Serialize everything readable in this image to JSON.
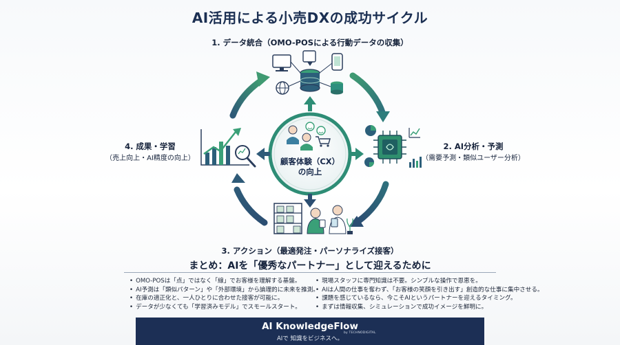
{
  "title": "AI活用による小売DXの成功サイクル",
  "center": {
    "label_line1": "顧客体験（CX）",
    "label_line2": "の向上"
  },
  "steps": {
    "s1": {
      "title": "1. データ統合（OMO-POSによる行動データの収集）"
    },
    "s2": {
      "title": "2. AI分析・予測",
      "sub": "（需要予測・類似ユーザー分析）"
    },
    "s3": {
      "title": "3. アクション（最適発注・パーソナライズ接客）"
    },
    "s4": {
      "title": "4. 成果・学習",
      "sub": "（売上向上・AI精度の向上）"
    }
  },
  "summary": {
    "heading": "まとめ：AIを「優秀なパートナー」として迎えるために",
    "left": [
      "OMO-POSは「点」ではなく「線」でお客様を理解する基盤。",
      "AI予測は「類似パターン」や「外部環境」から論理的に未来を推測。",
      "在庫の適正化と、一人ひとりに合わせた接客が可能に。",
      "データが少なくても「学習済みモデル」でスモールスタート。"
    ],
    "right": [
      "現場スタッフに専門知識は不要。シンプルな操作で恩恵を。",
      "AIは人間の仕事を奪わず、「お客様の笑顔を引き出す」創造的な仕事に集中させる。",
      "課題を感じているなら、今こそAIというパートナーを迎えるタイミング。",
      "まずは情報収集、シミュレーションで成功イメージを鮮明に。"
    ]
  },
  "footer": {
    "brand": "AI KnowledgeFlow",
    "by": "by TECHNODIGITAL",
    "tagline": "AIで 知識をビジネスへ。"
  },
  "colors": {
    "navy": "#1c2f55",
    "teal": "#2d8f7e",
    "green": "#47a46c",
    "ink": "#1d2b44"
  }
}
